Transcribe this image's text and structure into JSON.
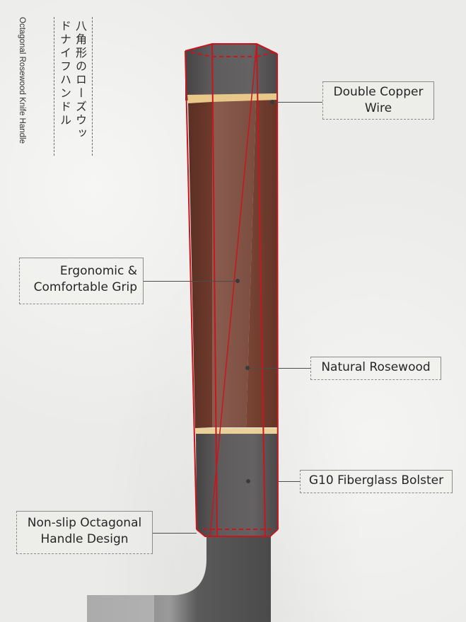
{
  "title": {
    "japanese_col1": "八角形のローズウッ",
    "japanese_col2": "ドナイフハンドル",
    "english": "Octagonal Rosewood Knife Handle"
  },
  "callouts": [
    {
      "id": "double-copper-wire",
      "line1": "Double Copper",
      "line2": "Wire"
    },
    {
      "id": "ergonomic-grip",
      "line1": "Ergonomic &",
      "line2": "Comfortable Grip"
    },
    {
      "id": "natural-rosewood",
      "line1": "Natural Rosewood"
    },
    {
      "id": "g10-bolster",
      "line1": "G10 Fiberglass Bolster"
    },
    {
      "id": "octagonal-design",
      "line1": "Non-slip Octagonal",
      "line2": "Handle Design"
    }
  ],
  "colors": {
    "background": "#ebebe9",
    "outline_red": "#c8161d",
    "rosewood": "#6e3f31",
    "rosewood_light": "#86584a",
    "bolster_dark": "#4a4848",
    "bolster_mid": "#6a6868",
    "copper_wire": "#e8c98a",
    "blade_steel": "#5c5c5c"
  }
}
